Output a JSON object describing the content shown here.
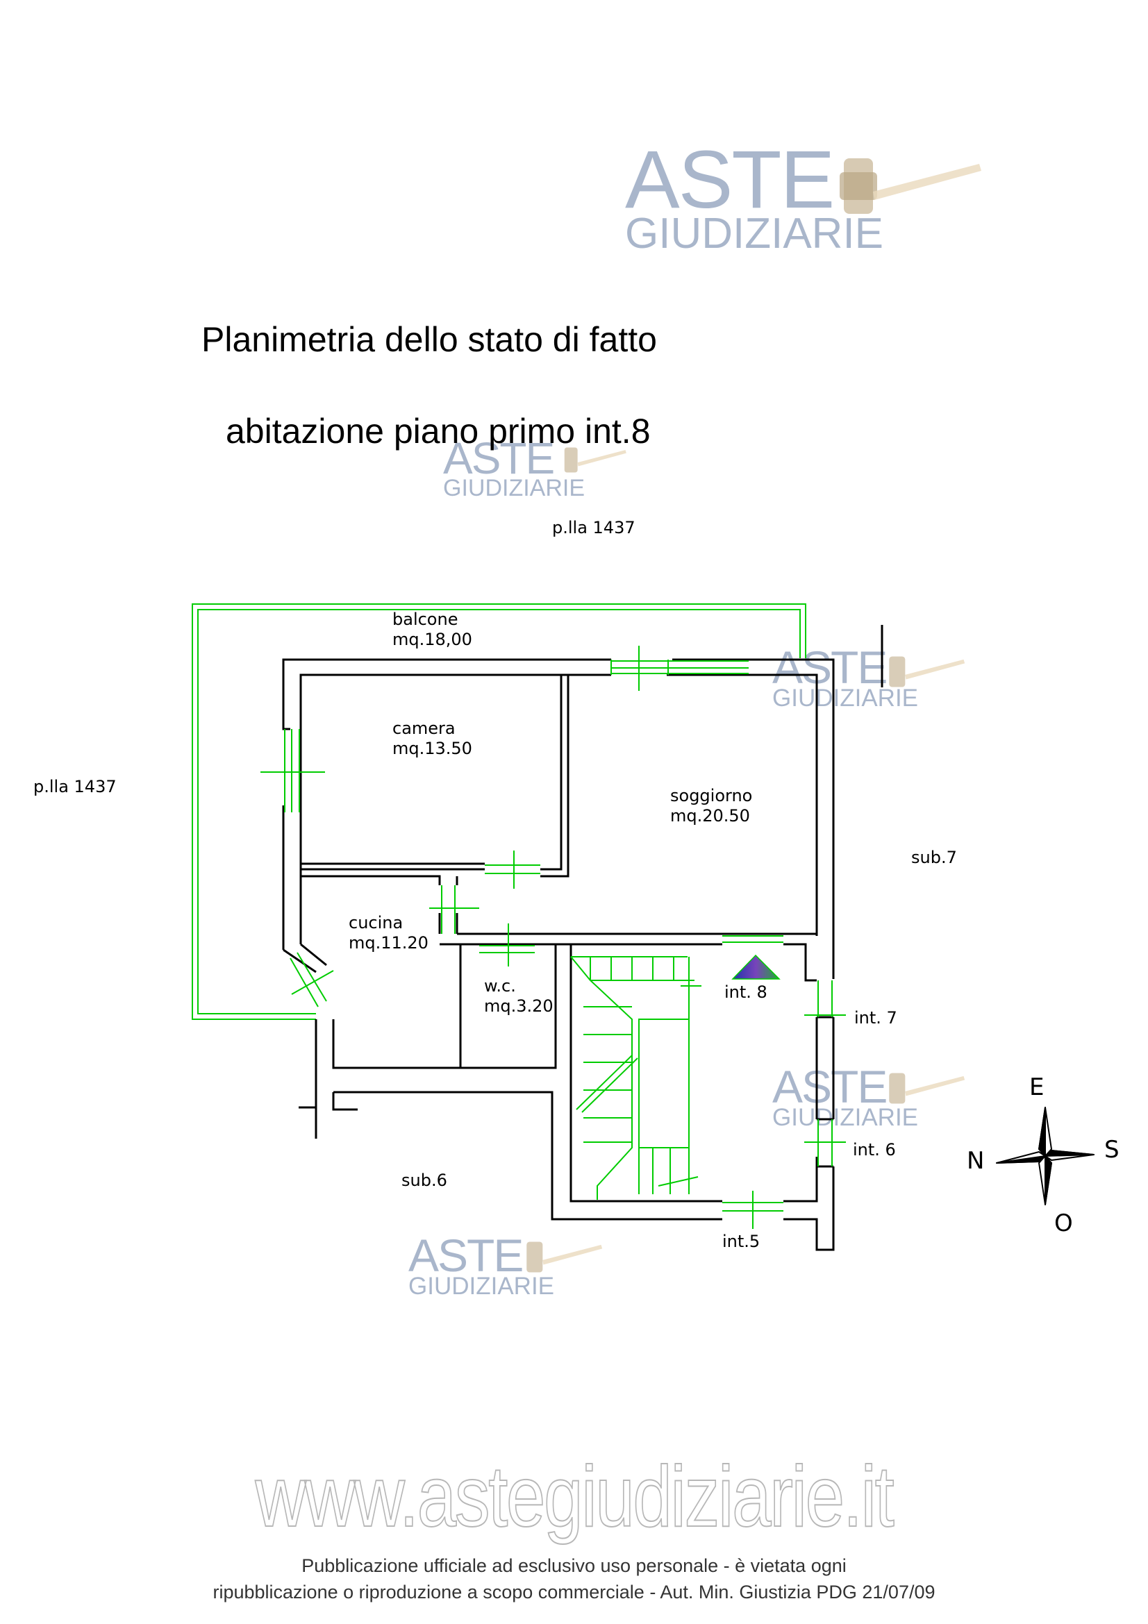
{
  "header": {
    "watermark_aste": "ASTE",
    "watermark_giudiziarie": "GIUDIZIARIE",
    "title_line1": "Planimetria dello stato  di fatto",
    "title_line2": "abitazione piano primo int.8"
  },
  "plan": {
    "parcel_top": "p.lla 1437",
    "parcel_left": "p.lla 1437",
    "neighbor_right": "sub.7",
    "neighbor_bottom": "sub.6",
    "rooms": [
      {
        "name": "balcone",
        "area": "mq.18,00"
      },
      {
        "name": "camera",
        "area": "mq.13.50"
      },
      {
        "name": "soggiorno",
        "area": "mq.20.50"
      },
      {
        "name": "cucina",
        "area": "mq.11.20"
      },
      {
        "name": "w.c.",
        "area": "mq.3.20"
      }
    ],
    "units": {
      "int8": "int. 8",
      "int7": "int. 7",
      "int6": "int. 6",
      "int5": "int.5"
    },
    "compass": {
      "east": "E",
      "south": "S",
      "north": "N",
      "west": "O"
    },
    "colors": {
      "wall": "#000000",
      "fixtures": "#00cc00",
      "watermark": "#a9b6cb"
    }
  },
  "footer": {
    "site": "www.astegiudiziarie.it",
    "line1": "Pubblicazione ufficiale ad esclusivo uso personale - è vietata ogni",
    "line2": "ripubblicazione o riproduzione a scopo commerciale - Aut. Min. Giustizia PDG 21/07/09"
  }
}
